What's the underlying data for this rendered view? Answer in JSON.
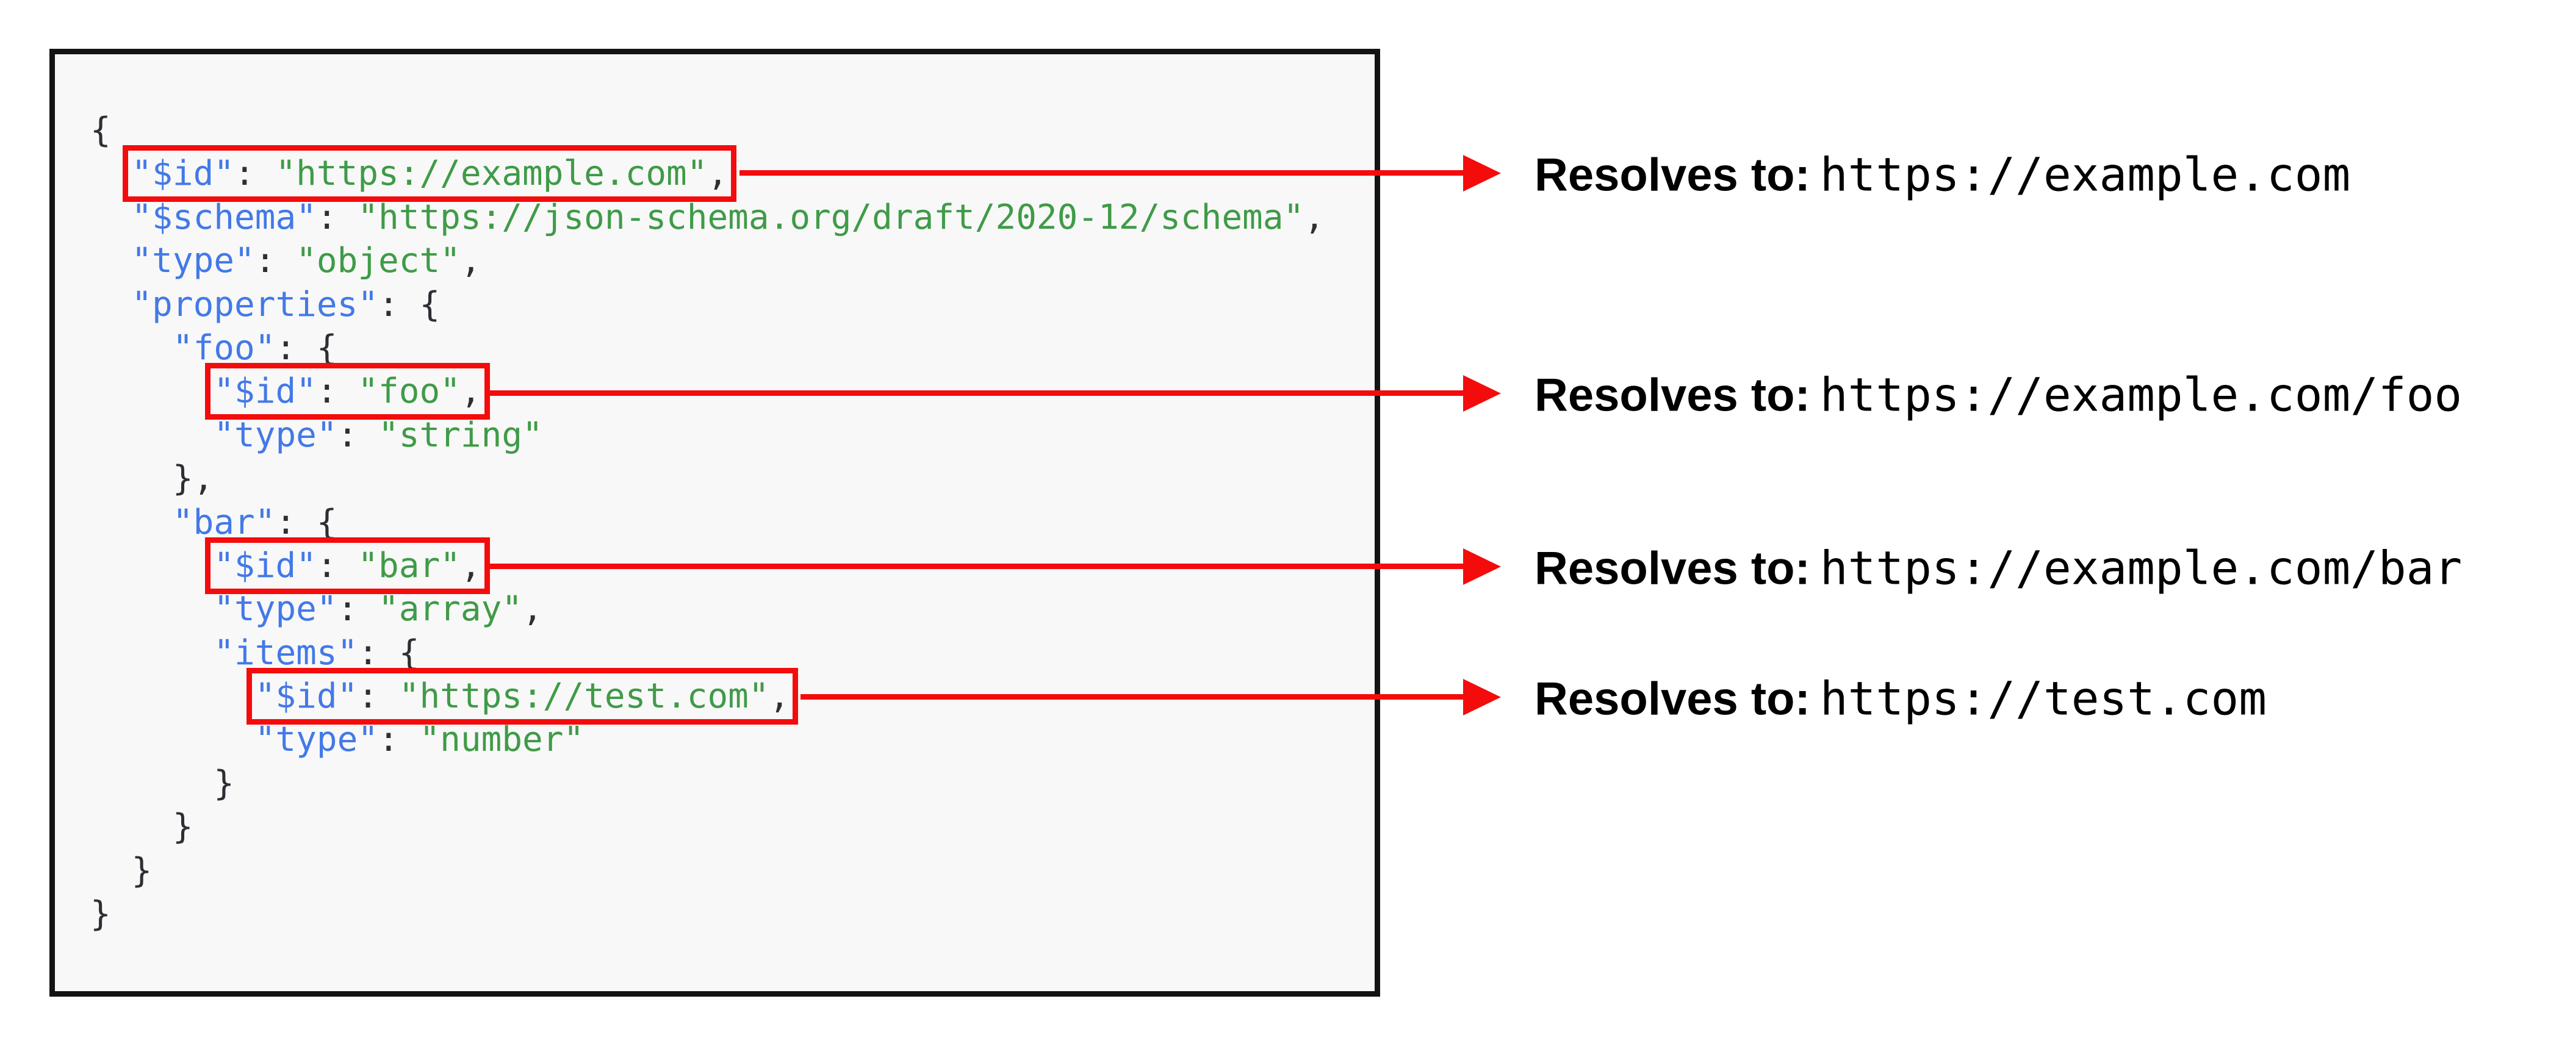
{
  "figure": {
    "description_colors": {
      "key_blue": "#4379e8",
      "string_green": "#3f9b47",
      "punctuation_dark": "#2e2e34",
      "highlight_red": "#f40c0c",
      "panel_background": "#f8f8f8",
      "panel_border": "#141414"
    }
  },
  "code": {
    "lines": [
      {
        "indent": "",
        "boxed": false,
        "tokens": [
          {
            "c": "p",
            "v": "{"
          }
        ]
      },
      {
        "indent": "  ",
        "boxed": true,
        "tokens": [
          {
            "c": "k",
            "v": "\"$id\""
          },
          {
            "c": "p",
            "v": ": "
          },
          {
            "c": "s",
            "v": "\"https://example.com\""
          },
          {
            "c": "p",
            "v": ","
          }
        ]
      },
      {
        "indent": "  ",
        "boxed": false,
        "tokens": [
          {
            "c": "k",
            "v": "\"$schema\""
          },
          {
            "c": "p",
            "v": ": "
          },
          {
            "c": "s",
            "v": "\"https://json-schema.org/draft/2020-12/schema\""
          },
          {
            "c": "p",
            "v": ","
          }
        ]
      },
      {
        "indent": "  ",
        "boxed": false,
        "tokens": [
          {
            "c": "k",
            "v": "\"type\""
          },
          {
            "c": "p",
            "v": ": "
          },
          {
            "c": "s",
            "v": "\"object\""
          },
          {
            "c": "p",
            "v": ","
          }
        ]
      },
      {
        "indent": "  ",
        "boxed": false,
        "tokens": [
          {
            "c": "k",
            "v": "\"properties\""
          },
          {
            "c": "p",
            "v": ": {"
          }
        ]
      },
      {
        "indent": "    ",
        "boxed": false,
        "tokens": [
          {
            "c": "k",
            "v": "\"foo\""
          },
          {
            "c": "p",
            "v": ": {"
          }
        ]
      },
      {
        "indent": "      ",
        "boxed": true,
        "tokens": [
          {
            "c": "k",
            "v": "\"$id\""
          },
          {
            "c": "p",
            "v": ": "
          },
          {
            "c": "s",
            "v": "\"foo\""
          },
          {
            "c": "p",
            "v": ","
          }
        ]
      },
      {
        "indent": "      ",
        "boxed": false,
        "tokens": [
          {
            "c": "k",
            "v": "\"type\""
          },
          {
            "c": "p",
            "v": ": "
          },
          {
            "c": "s",
            "v": "\"string\""
          }
        ]
      },
      {
        "indent": "    ",
        "boxed": false,
        "tokens": [
          {
            "c": "p",
            "v": "},"
          }
        ]
      },
      {
        "indent": "    ",
        "boxed": false,
        "tokens": [
          {
            "c": "k",
            "v": "\"bar\""
          },
          {
            "c": "p",
            "v": ": {"
          }
        ]
      },
      {
        "indent": "      ",
        "boxed": true,
        "tokens": [
          {
            "c": "k",
            "v": "\"$id\""
          },
          {
            "c": "p",
            "v": ": "
          },
          {
            "c": "s",
            "v": "\"bar\""
          },
          {
            "c": "p",
            "v": ","
          }
        ]
      },
      {
        "indent": "      ",
        "boxed": false,
        "tokens": [
          {
            "c": "k",
            "v": "\"type\""
          },
          {
            "c": "p",
            "v": ": "
          },
          {
            "c": "s",
            "v": "\"array\""
          },
          {
            "c": "p",
            "v": ","
          }
        ]
      },
      {
        "indent": "      ",
        "boxed": false,
        "tokens": [
          {
            "c": "k",
            "v": "\"items\""
          },
          {
            "c": "p",
            "v": ": {"
          }
        ]
      },
      {
        "indent": "        ",
        "boxed": true,
        "tokens": [
          {
            "c": "k",
            "v": "\"$id\""
          },
          {
            "c": "p",
            "v": ": "
          },
          {
            "c": "s",
            "v": "\"https://test.com\""
          },
          {
            "c": "p",
            "v": ","
          }
        ]
      },
      {
        "indent": "        ",
        "boxed": false,
        "tokens": [
          {
            "c": "k",
            "v": "\"type\""
          },
          {
            "c": "p",
            "v": ": "
          },
          {
            "c": "s",
            "v": "\"number\""
          }
        ]
      },
      {
        "indent": "      ",
        "boxed": false,
        "tokens": [
          {
            "c": "p",
            "v": "}"
          }
        ]
      },
      {
        "indent": "    ",
        "boxed": false,
        "tokens": [
          {
            "c": "p",
            "v": "}"
          }
        ]
      },
      {
        "indent": "  ",
        "boxed": false,
        "tokens": [
          {
            "c": "p",
            "v": "}"
          }
        ]
      },
      {
        "indent": "",
        "boxed": false,
        "tokens": [
          {
            "c": "p",
            "v": "}"
          }
        ]
      }
    ]
  },
  "annotations": [
    {
      "label": "Resolves to:",
      "url": "https://example.com"
    },
    {
      "label": "Resolves to:",
      "url": "https://example.com/foo"
    },
    {
      "label": "Resolves to:",
      "url": "https://example.com/bar"
    },
    {
      "label": "Resolves to:",
      "url": "https://test.com"
    }
  ]
}
